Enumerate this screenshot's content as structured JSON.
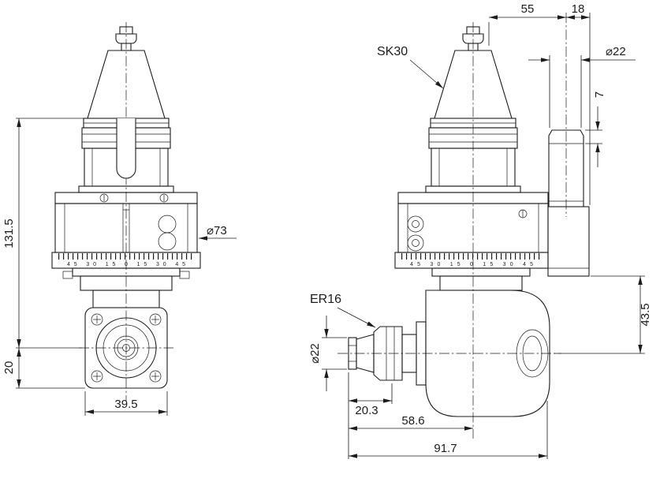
{
  "canvas": {
    "background": "#ffffff",
    "ink": "#1c1c1c"
  },
  "front_view": {
    "scale_numbers": "45 30 15 0 15 30 45",
    "dims": {
      "total_height": "131.5",
      "spindle_to_bottom": "20",
      "flange_width": "39.5",
      "body_diameter": "⌀73"
    }
  },
  "side_view": {
    "scale_numbers": "45 30 15 0 15 30 45",
    "labels": {
      "taper": "SK30",
      "collet": "ER16"
    },
    "dims": {
      "axis_to_cylinder": "55",
      "cylinder_offset": "18",
      "cylinder_diameter": "⌀22",
      "cylinder_step": "7",
      "head_height": "43.5",
      "collet_diameter": "⌀22",
      "nose_length": "20.3",
      "nose_to_axis": "58.6",
      "overall_length": "91.7"
    }
  }
}
